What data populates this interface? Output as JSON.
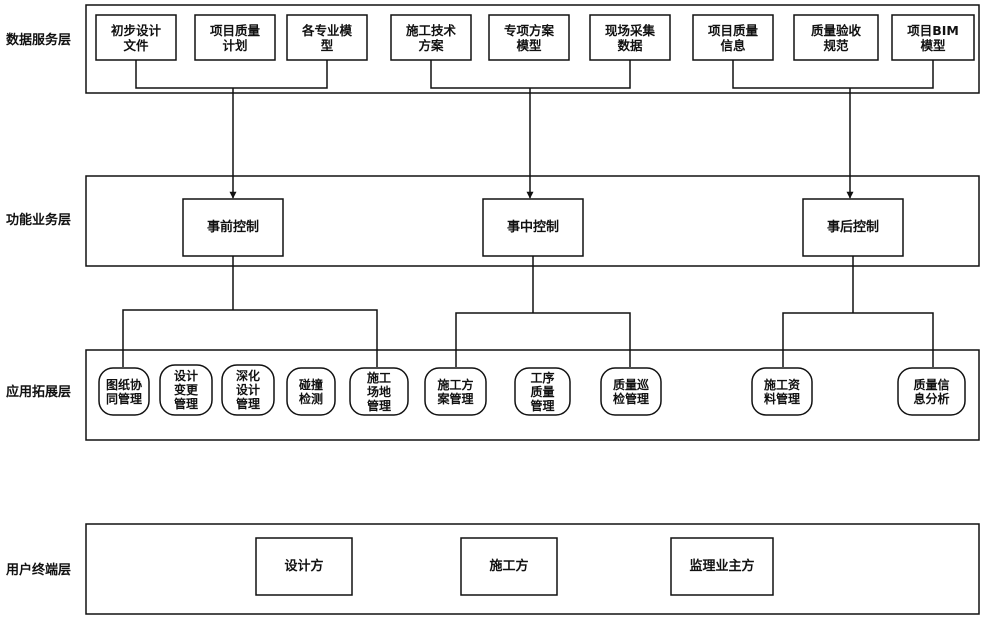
{
  "layers": {
    "data_service": "数据服务层",
    "function_business": "功能业务层",
    "application_expansion": "应用拓展层",
    "user_terminal": "用户终端层"
  },
  "data_service": {
    "items": [
      "初步设计\n文件",
      "项目质量\n计划",
      "各专业模\n型",
      "施工技术\n方案",
      "专项方案\n模型",
      "现场采集\n数据",
      "项目质量\n信息",
      "质量验收\n规范",
      "项目BIM\n模型"
    ]
  },
  "function_business": {
    "controls": [
      "事前控制",
      "事中控制",
      "事后控制"
    ]
  },
  "application_expansion": {
    "items": [
      "图纸协\n同管理",
      "设计\n变更\n管理",
      "深化\n设计\n管理",
      "碰撞\n检测",
      "施工\n场地\n管理",
      "施工方\n案管理",
      "工序\n质量\n管理",
      "质量巡\n检管理",
      "施工资\n料管理",
      "质量信\n息分析"
    ]
  },
  "user_terminal": {
    "items": [
      "设计方",
      "施工方",
      "监理业主方"
    ]
  }
}
